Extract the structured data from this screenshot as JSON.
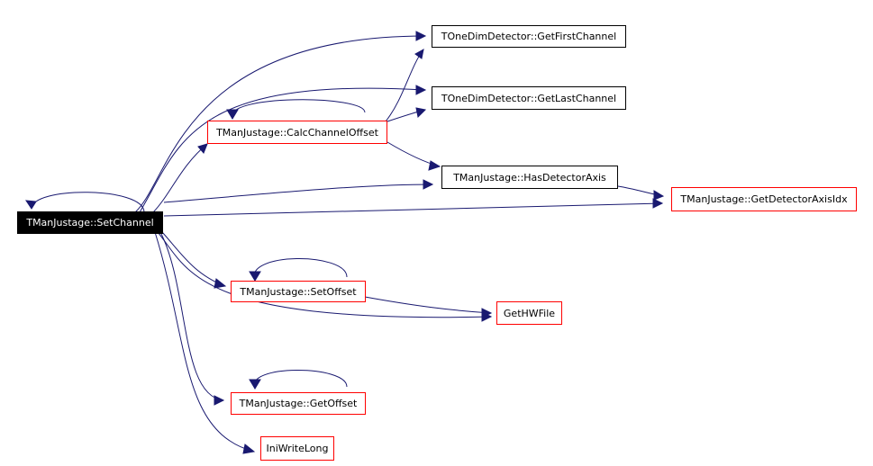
{
  "diagram": {
    "colors": {
      "edge": "#191970",
      "node_border": "#000000",
      "node_border_alt": "#ff0000",
      "root_fill": "#000000",
      "root_text": "#ffffff"
    },
    "nodes": {
      "root": "TManJustage::SetChannel",
      "calc": "TManJustage::CalcChannelOffset",
      "first": "TOneDimDetector::GetFirstChannel",
      "last": "TOneDimDetector::GetLastChannel",
      "hasAxis": "TManJustage::HasDetectorAxis",
      "axisIdx": "TManJustage::GetDetectorAxisIdx",
      "setOffset": "TManJustage::SetOffset",
      "hwfile": "GetHWFile",
      "getOffset": "TManJustage::GetOffset",
      "ini": "IniWriteLong"
    }
  }
}
